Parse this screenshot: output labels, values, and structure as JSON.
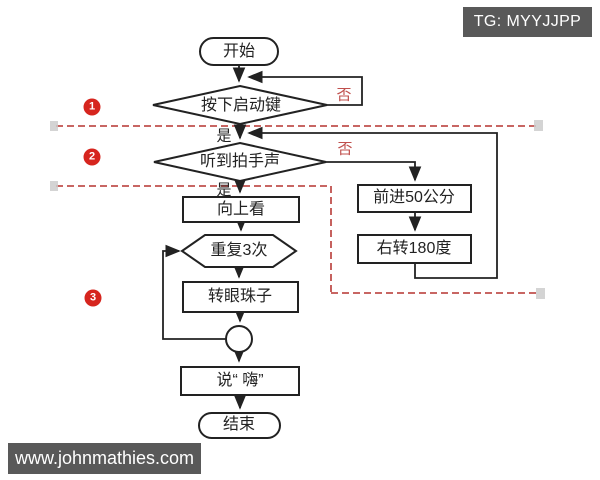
{
  "watermarks": {
    "top_right": "TG: MYYJJPP",
    "bottom_left": "www.johnmathies.com"
  },
  "flowchart": {
    "title_hint": "robot-behavior-flowchart",
    "start": "开始",
    "decision1": "按下启动键",
    "decision2": "听到拍手声",
    "yes1": "是",
    "no1": "否",
    "yes2": "是",
    "no2": "否",
    "look_up": "向上看",
    "repeat": "重复3次",
    "roll_eyes": "转眼珠子",
    "say_hi": "说“ 嗨”",
    "end": "结束",
    "forward": "前进50公分",
    "turn": "右转180度",
    "badges": [
      "1",
      "2",
      "3"
    ]
  },
  "colors": {
    "line": "#222222",
    "annotation_red": "#c0504d",
    "badge_red": "#d6251e",
    "watermark_bg": "#595959",
    "background": "#ffffff"
  }
}
